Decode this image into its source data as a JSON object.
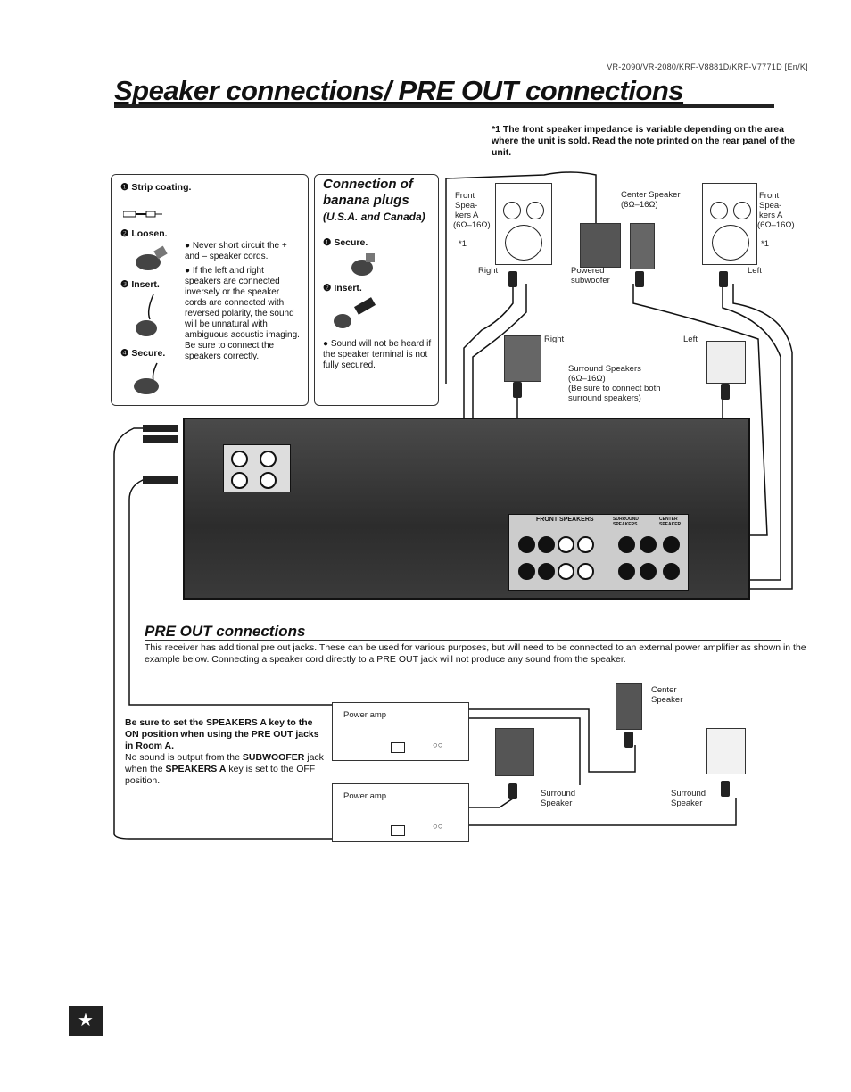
{
  "header": {
    "model": "VR-2090/VR-2080/KRF-V8881D/KRF-V7771D [En/K]",
    "title": "Speaker connections/ PRE OUT connections"
  },
  "note": "*1 The front speaker impedance is variable depending on the area where the unit is sold. Read the note printed on the rear panel of the unit.",
  "wire_box": {
    "step1": "❶ Strip coating.",
    "step2": "❷ Loosen.",
    "step3": "❸ Insert.",
    "step4": "❹ Secure.",
    "bullet1": "● Never short circuit the + and – speaker cords.",
    "bullet2": "● If the left and right speakers are connected inversely or the speaker cords are connected with reversed polarity, the sound will be unnatural with ambiguous acoustic imaging. Be sure to connect the speakers correctly."
  },
  "banana_box": {
    "title_l1": "Connection of",
    "title_l2": "banana plugs",
    "title_l3": "(U.S.A. and Canada)",
    "step1": "❶ Secure.",
    "step2": "❷ Insert.",
    "bullet": "● Sound will not be heard if the speaker terminal is not fully secured."
  },
  "diagram": {
    "front_a_right_l1": "Front",
    "front_a_right_l2": "Spea-",
    "front_a_right_l3": "kers A",
    "front_a_right_l4": "(6Ω–16Ω)",
    "star1": "*1",
    "right": "Right",
    "center_l1": "Center Speaker",
    "center_l2": "(6Ω–16Ω)",
    "powered_l1": "Powered",
    "powered_l2": "subwoofer",
    "front_a_left_l1": "Front",
    "front_a_left_l2": "Spea-",
    "front_a_left_l3": "kers A",
    "front_a_left_l4": "(6Ω–16Ω)",
    "star1b": "*1",
    "left": "Left",
    "surr_right": "Right",
    "surr_left": "Left",
    "surr_l1": "Surround Speakers",
    "surr_l2": "(6Ω–16Ω)",
    "surr_l3": "(Be sure to connect both",
    "surr_l4": "surround speakers)",
    "front_speakers": "FRONT SPEAKERS",
    "surround_speakers": "SURROUND SPEAKERS",
    "center_terminal": "CENTER SPEAKER"
  },
  "preout": {
    "heading": "PRE OUT connections",
    "para": "This receiver has additional pre out jacks. These can be used for various purposes, but will need to be connected to an external power amplifier as shown in the example below. Connecting a speaker cord directly to a PRE OUT jack will not produce any sound from the speaker.",
    "warn_bold": "Be sure to set the SPEAKERS A key to the ON position when using the PRE OUT jacks in Room A.",
    "warn_rest_a": "No sound is output from the ",
    "warn_sub": "SUBWOOFER",
    "warn_rest_b": " jack when the ",
    "warn_spk": "SPEAKERS A",
    "warn_rest_c": " key is set to the OFF position.",
    "amp1": "Power amp",
    "amp2": "Power amp",
    "center_l1": "Center",
    "center_l2": "Speaker",
    "surround_l1": "Surround",
    "surround_l2": "Speaker",
    "surround_r1": "Surround",
    "surround_r2": "Speaker"
  }
}
